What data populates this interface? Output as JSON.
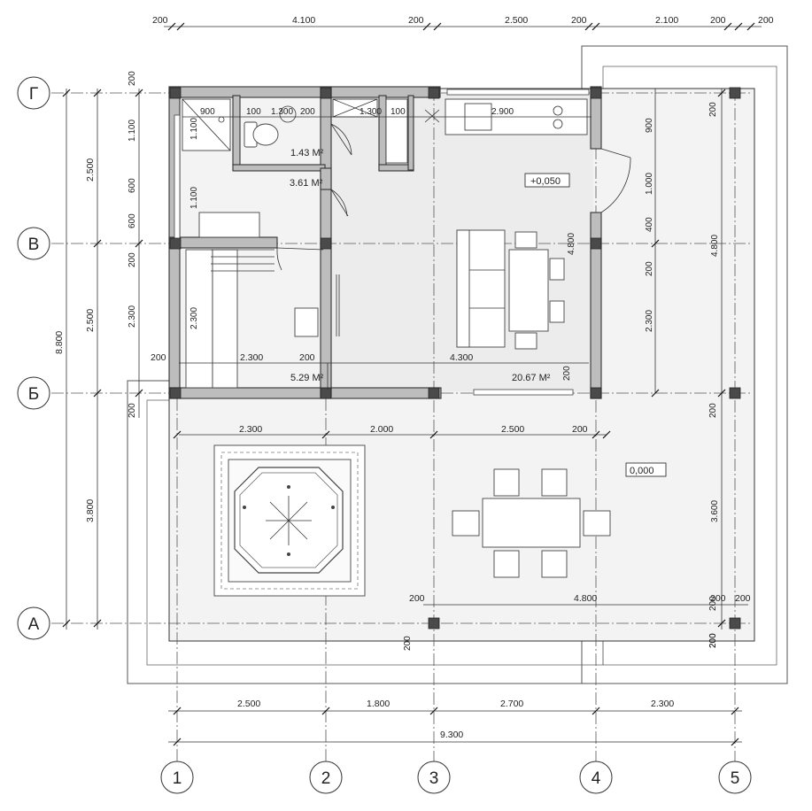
{
  "axes": {
    "columns": [
      "1",
      "2",
      "3",
      "4",
      "5"
    ],
    "rows": [
      "А",
      "Б",
      "В",
      "Г"
    ]
  },
  "dimensions": {
    "top_chain": [
      "200",
      "4.100",
      "200",
      "2.500",
      "200",
      "2.100",
      "200",
      "200"
    ],
    "bottom_chain": [
      "2.500",
      "1.800",
      "2.700",
      "2.300"
    ],
    "bottom_total": "9.300",
    "left_total": "8.800",
    "left_chain": [
      "2.500",
      "2.500",
      "3.800"
    ],
    "left_inner": [
      "200",
      "1.100",
      "600",
      "600",
      "200",
      "2.300",
      "200",
      "200"
    ],
    "right_outer": [
      "4.800",
      "3.600"
    ],
    "right_inner": [
      "200",
      "900",
      "1.000",
      "400",
      "200",
      "2.300",
      "200",
      "200",
      "200"
    ],
    "interior": {
      "bath_top": [
        "900",
        "100",
        "1.300",
        "200",
        "1.300",
        "100",
        "2.900"
      ],
      "bath_side": [
        "1.100",
        "1.100"
      ],
      "sauna_row": [
        "200",
        "2.300",
        "200",
        "4.300",
        "200"
      ],
      "stair_len": "2.300",
      "living_height": "4.800",
      "terrace_row": [
        "2.300",
        "2.000",
        "2.500",
        "200"
      ],
      "terrace_bottom": [
        "200",
        "4.800",
        "200"
      ],
      "terrace_small": [
        "200",
        "200",
        "200"
      ]
    }
  },
  "areas": {
    "wc": "1.43 М²",
    "hall": "3.61 М²",
    "sauna": "5.29 М²",
    "living": "20.67 М²"
  },
  "levels": {
    "living": "+0,050",
    "terrace": "0,000"
  }
}
